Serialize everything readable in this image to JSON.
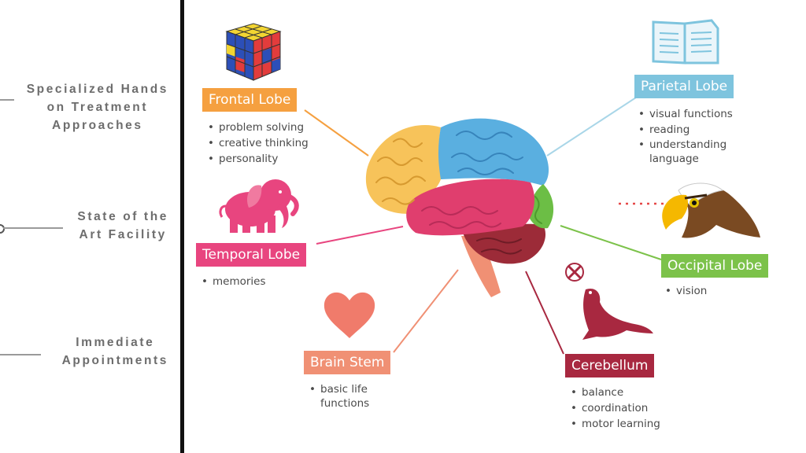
{
  "sidebar": {
    "items": [
      {
        "label": "Specialized Hands\non Treatment\nApproaches"
      },
      {
        "label": "State of the\nArt Facility"
      },
      {
        "label": "Immediate\nAppointments"
      }
    ]
  },
  "lobes": {
    "frontal": {
      "label": "Frontal Lobe",
      "color": "#f5a040",
      "bullets": [
        "problem solving",
        "creative thinking",
        "personality"
      ]
    },
    "parietal": {
      "label": "Parietal Lobe",
      "color": "#7ec4de",
      "bullets": [
        "visual functions",
        "reading",
        "understanding\nlanguage"
      ]
    },
    "temporal": {
      "label": "Temporal Lobe",
      "color": "#e8457f",
      "bullets": [
        "memories"
      ]
    },
    "occipital": {
      "label": "Occipital Lobe",
      "color": "#7cc24a",
      "bullets": [
        "vision"
      ]
    },
    "brainstem": {
      "label": "Brain Stem",
      "color": "#f09074",
      "bullets": [
        "basic life\nfunctions"
      ]
    },
    "cerebellum": {
      "label": "Cerebellum",
      "color": "#a82840",
      "bullets": [
        "balance",
        "coordination",
        "motor learning"
      ]
    }
  },
  "icons": {
    "frontal": "rubiks-cube-icon",
    "parietal": "open-book-icon",
    "temporal": "elephant-icon",
    "occipital": "eagle-icon",
    "brainstem": "heart-icon",
    "cerebellum": "seal-with-ball-icon"
  }
}
